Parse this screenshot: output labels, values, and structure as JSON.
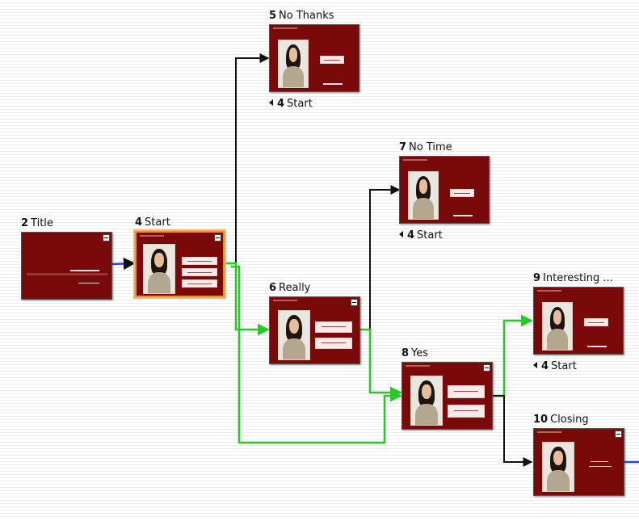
{
  "nodes": {
    "n2": {
      "number": "2",
      "title": "Title"
    },
    "n4": {
      "number": "4",
      "title": "Start"
    },
    "n5": {
      "number": "5",
      "title": "No Thanks",
      "back_number": "4",
      "back_title": "Start"
    },
    "n6": {
      "number": "6",
      "title": "Really"
    },
    "n7": {
      "number": "7",
      "title": "No Time",
      "back_number": "4",
      "back_title": "Start"
    },
    "n8": {
      "number": "8",
      "title": "Yes"
    },
    "n9": {
      "number": "9",
      "title": "Interesting ...",
      "back_number": "4",
      "back_title": "Start"
    },
    "n10": {
      "number": "10",
      "title": "Closing"
    }
  },
  "colors": {
    "slide_bg": "#7a0a0a",
    "selected_border": "#f28b2c",
    "connector_blue": "#2244ee",
    "connector_green": "#22cc22",
    "connector_black": "#111111"
  },
  "selected_node": "4"
}
